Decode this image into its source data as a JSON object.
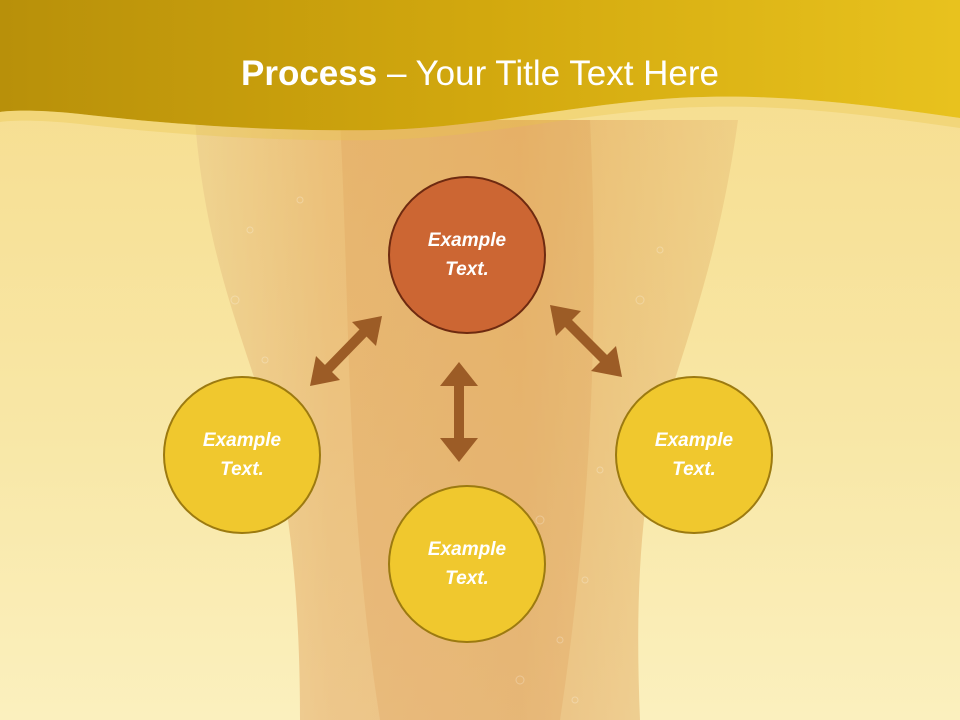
{
  "slide": {
    "title_bold": "Process",
    "title_rest": " – Your Title Text Here"
  },
  "nodes": [
    {
      "id": "top",
      "text": "Example Text.",
      "fill": "#cc6633",
      "stroke": "#6e2a10"
    },
    {
      "id": "left",
      "text": "Example Text.",
      "fill": "#f0c82e",
      "stroke": "#9c7a10"
    },
    {
      "id": "bottom",
      "text": "Example Text.",
      "fill": "#f0c82e",
      "stroke": "#9c7a10"
    },
    {
      "id": "right",
      "text": "Example Text.",
      "fill": "#f0c82e",
      "stroke": "#9c7a10"
    }
  ],
  "colors": {
    "banner": "#d4a90e",
    "arrow": "#9c5c26",
    "background": "#f7e6a0"
  }
}
